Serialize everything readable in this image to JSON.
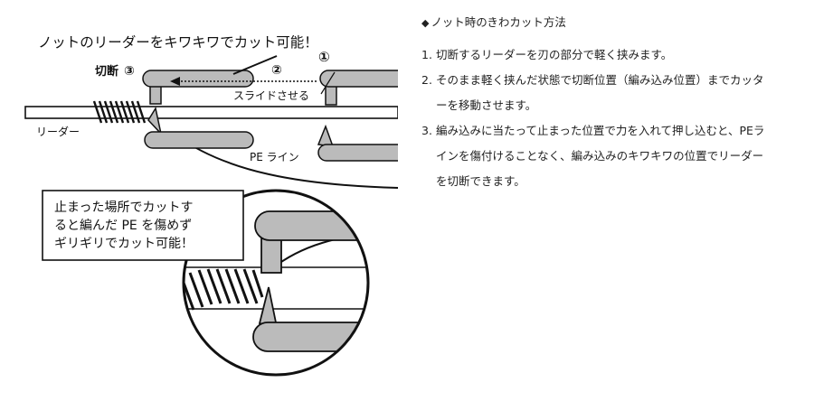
{
  "diagram": {
    "title": "ノットのリーダーをキワキワでカット可能！",
    "cut_label": "切断",
    "marker_1": "①",
    "marker_2": "②",
    "marker_3": "③",
    "slide_label": "スライドさせる",
    "leader_label": "リーダー",
    "pe_label": "PE ライン",
    "callout_lines": [
      "止まった場所でカットす",
      "ると編んだ PE を傷めず",
      "ギリギリでカット可能！"
    ]
  },
  "instructions": {
    "heading_mark": "◆",
    "heading": "ノット時のきわカット方法",
    "steps": [
      {
        "num": "1.",
        "lines": [
          "切断するリーダーを刃の部分で軽く挟みます。"
        ]
      },
      {
        "num": "2.",
        "lines": [
          "そのまま軽く挟んだ状態で切断位置（編み込み位置）までカッタ",
          "ーを移動させます。"
        ]
      },
      {
        "num": "3.",
        "lines": [
          "編み込みに当たって止まった位置で力を入れて押し込むと、PEラ",
          "インを傷付けることなく、編み込みのキワキワの位置でリーダー",
          "を切断できます。"
        ]
      }
    ]
  }
}
